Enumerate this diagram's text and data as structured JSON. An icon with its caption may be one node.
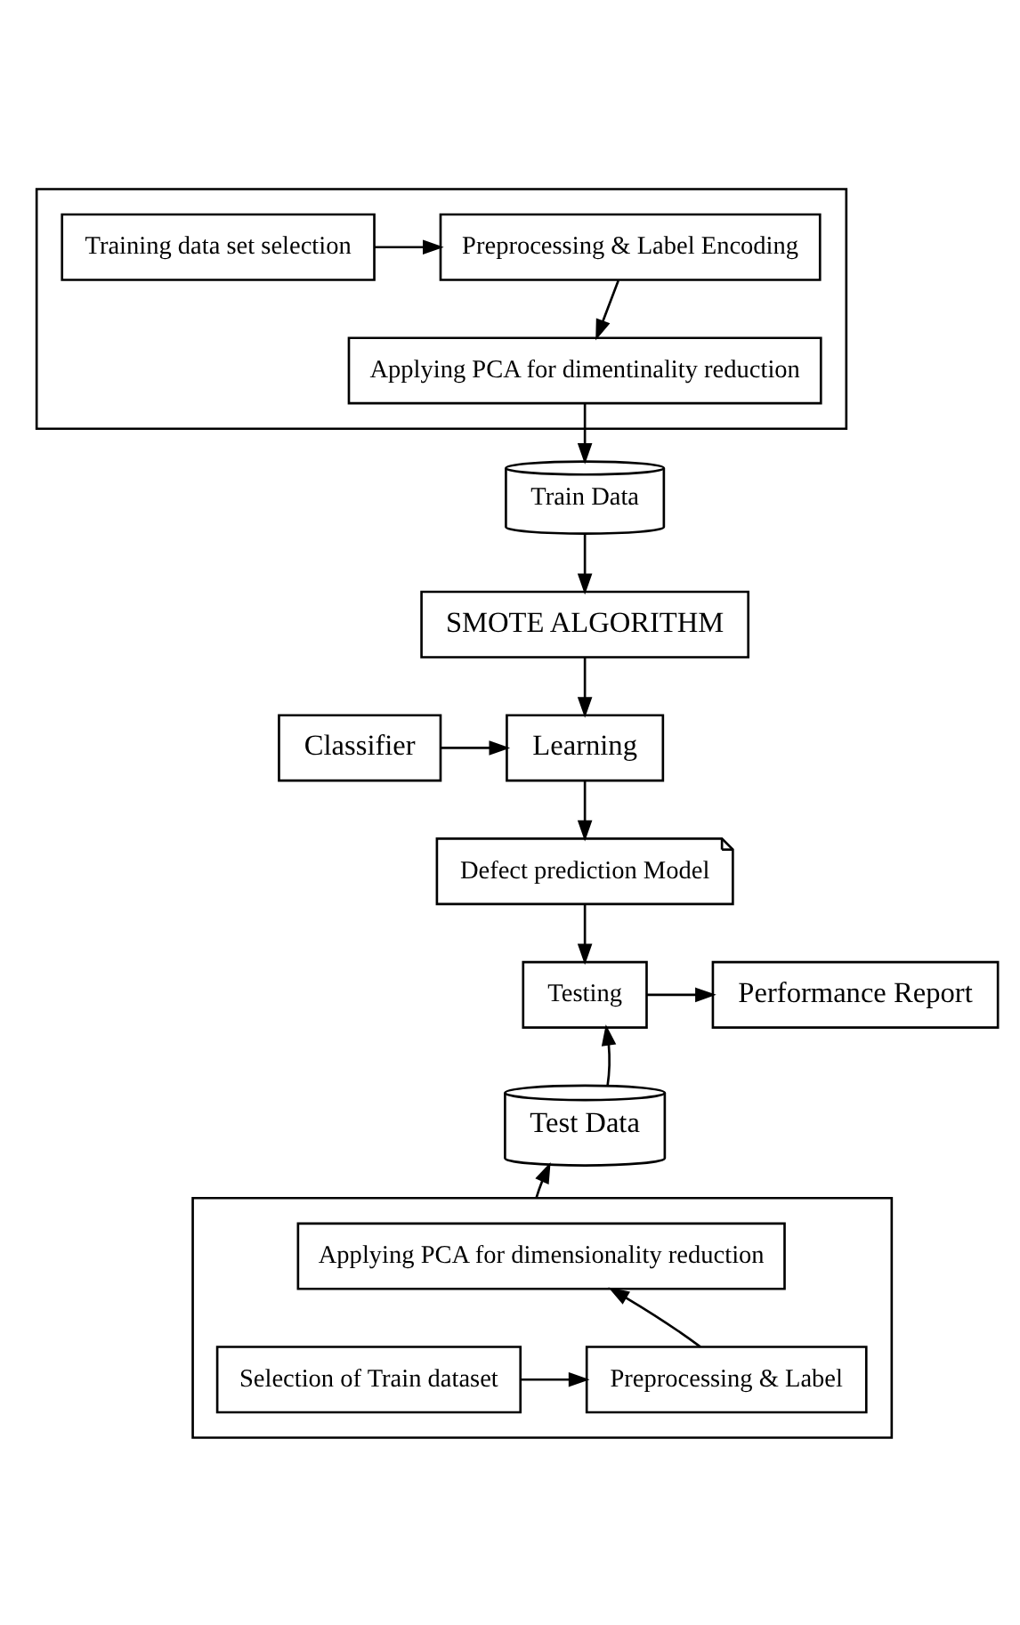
{
  "diagram": {
    "nodes": [
      {
        "text": [],
        "shape": "box"
      },
      {
        "text": [
          "Training data set selection"
        ],
        "in": 0
      },
      {
        "text": [
          "Preprocessing & Label Encoding"
        ],
        "in": 0
      },
      {
        "text": [
          "Applying PCA for dimentinality reduction"
        ],
        "in": 0
      },
      {
        "text": [
          "Train Data"
        ]
      },
      {
        "text": [
          "SMOTE ALGORITHM"
        ]
      },
      {
        "text": [
          "Classifier"
        ]
      },
      {
        "text": [
          "Learning"
        ]
      },
      {
        "text": [
          "Defect prediction Model"
        ]
      },
      {
        "text": [
          "Testing"
        ]
      },
      {
        "text": [
          "Performance Report"
        ]
      },
      {
        "text": [
          "Test Data"
        ]
      },
      {
        "text": [],
        "shape": "box"
      },
      {
        "text": [
          "Applying PCA for dimensionality reduction"
        ],
        "in": 12
      },
      {
        "text": [
          "Selection of Train dataset"
        ],
        "in": 12
      },
      {
        "text": [
          "Preprocessing & Label"
        ],
        "in": 12
      }
    ],
    "edges": [
      {
        "from": 1,
        "to": 2,
        "arrow": "to"
      },
      {
        "from": 2,
        "to": 3,
        "arrow": "to"
      },
      {
        "from": 3,
        "to": 4,
        "arrow": "to"
      },
      {
        "from": 4,
        "to": 5,
        "arrow": "to"
      },
      {
        "from": 5,
        "to": 7,
        "arrow": "to"
      },
      {
        "from": 6,
        "to": 7,
        "arrow": "to"
      },
      {
        "from": 7,
        "to": 8,
        "arrow": "to"
      },
      {
        "from": 8,
        "to": 9,
        "arrow": "to"
      },
      {
        "from": 9,
        "to": 10,
        "arrow": "to"
      },
      {
        "from": 11,
        "to": 9,
        "arrow": "to"
      },
      {
        "from": 12,
        "to": 11,
        "arrow": "to"
      },
      {
        "from": 14,
        "to": 15,
        "arrow": "to"
      },
      {
        "from": 15,
        "to": 13,
        "arrow": "to"
      }
    ]
  }
}
